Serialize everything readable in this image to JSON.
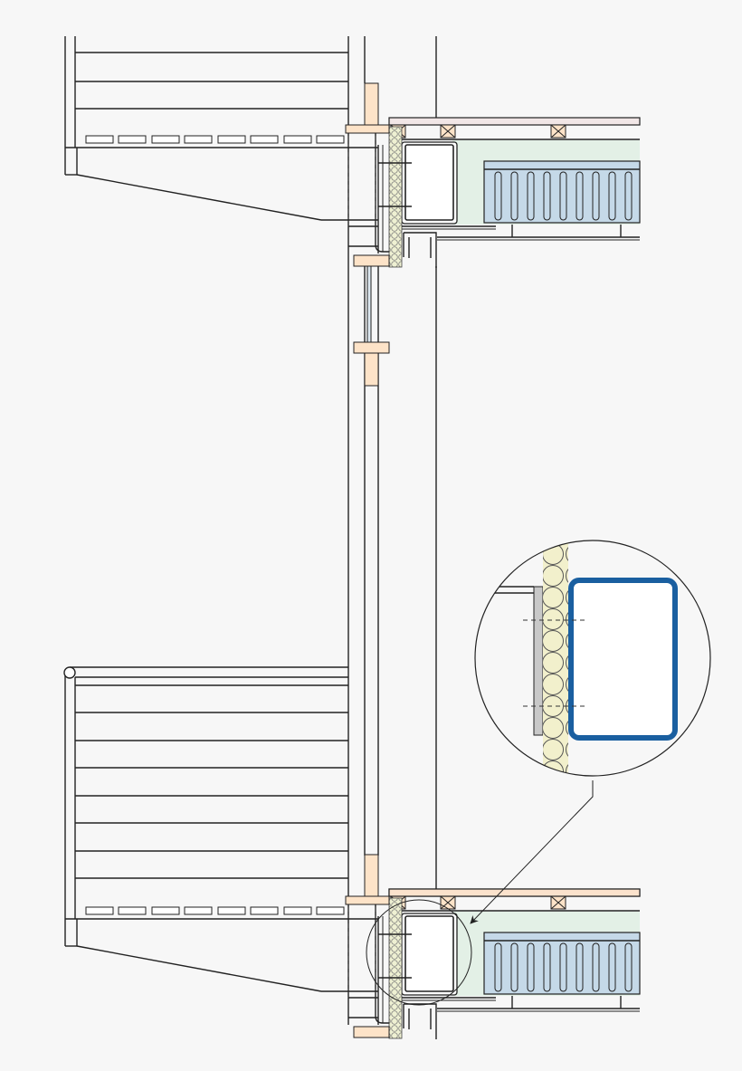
{
  "drawing": {
    "type": "architectural-section",
    "colors": {
      "background": "#f7f7f7",
      "line": "#222222",
      "timber": "#fde3c8",
      "insulation": "#eef0d2",
      "screed": "#e3f0e6",
      "radiator": "#c5d9e8",
      "steel_detail": "#1a5fa0",
      "steel_plate": "#c8c8c8",
      "floor_top": "#f1e6e6",
      "floor_bottom": "#fbe2cc"
    },
    "icons": [
      "timber-block",
      "batten-cross",
      "rhs-steel-beam",
      "radiator",
      "insulation",
      "detail-callout"
    ]
  }
}
